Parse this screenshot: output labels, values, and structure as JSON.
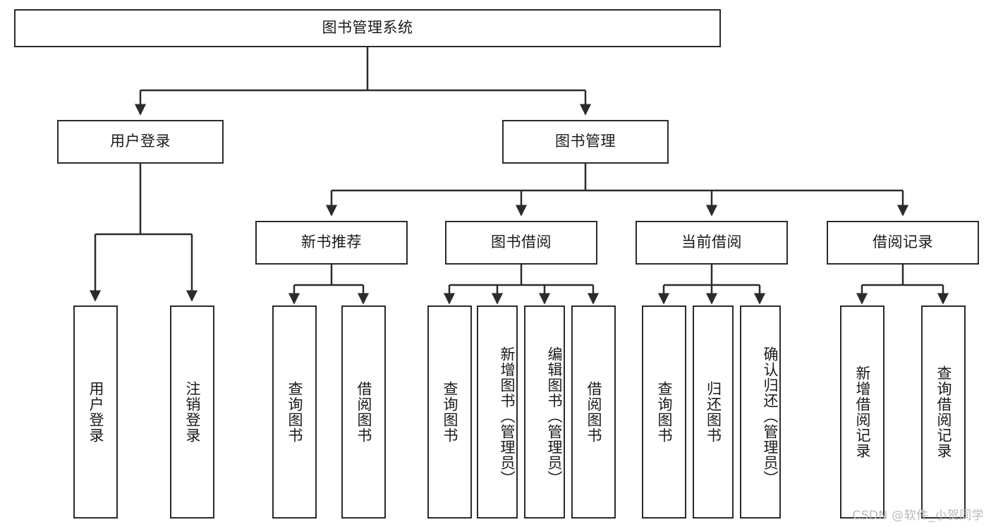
{
  "diagram": {
    "type": "tree-hierarchy",
    "title": "图书管理系统",
    "watermark": "CSDN @软件_小贺同学",
    "colors": {
      "box_border": "#2b2b2b",
      "box_fill": "#ffffff",
      "edge": "#2b2b2b",
      "text": "#1a1a1a",
      "watermark": "#b9b9b9",
      "background": "#ffffff"
    },
    "root": {
      "id": "root",
      "label": "图书管理系统"
    },
    "level2": [
      {
        "id": "user-login",
        "label": "用户登录"
      },
      {
        "id": "book-manage",
        "label": "图书管理"
      }
    ],
    "level3": [
      {
        "id": "new-book-recommend",
        "label": "新书推荐",
        "parent": "book-manage"
      },
      {
        "id": "book-borrow",
        "label": "图书借阅",
        "parent": "book-manage"
      },
      {
        "id": "current-borrow",
        "label": "当前借阅",
        "parent": "book-manage"
      },
      {
        "id": "borrow-record",
        "label": "借阅记录",
        "parent": "book-manage"
      }
    ],
    "leaves": {
      "user_login": [
        {
          "id": "leaf-user-login",
          "label": "用户登录"
        },
        {
          "id": "leaf-user-logout",
          "label": "注销登录"
        }
      ],
      "new_book_recommend": [
        {
          "id": "leaf-query-book-1",
          "label": "查询图书"
        },
        {
          "id": "leaf-borrow-book-1",
          "label": "借阅图书"
        }
      ],
      "book_borrow": [
        {
          "id": "leaf-query-book-2",
          "label": "查询图书"
        },
        {
          "id": "leaf-add-book",
          "label": "新增图书（管理员）"
        },
        {
          "id": "leaf-edit-book",
          "label": "编辑图书（管理员）"
        },
        {
          "id": "leaf-borrow-book-2",
          "label": "借阅图书"
        }
      ],
      "current_borrow": [
        {
          "id": "leaf-query-book-3",
          "label": "查询图书"
        },
        {
          "id": "leaf-return-book",
          "label": "归还图书"
        },
        {
          "id": "leaf-confirm-return",
          "label": "确认归还（管理员）"
        }
      ],
      "borrow_record": [
        {
          "id": "leaf-add-record",
          "label": "新增借阅记录"
        },
        {
          "id": "leaf-query-record",
          "label": "查询借阅记录"
        }
      ]
    }
  }
}
